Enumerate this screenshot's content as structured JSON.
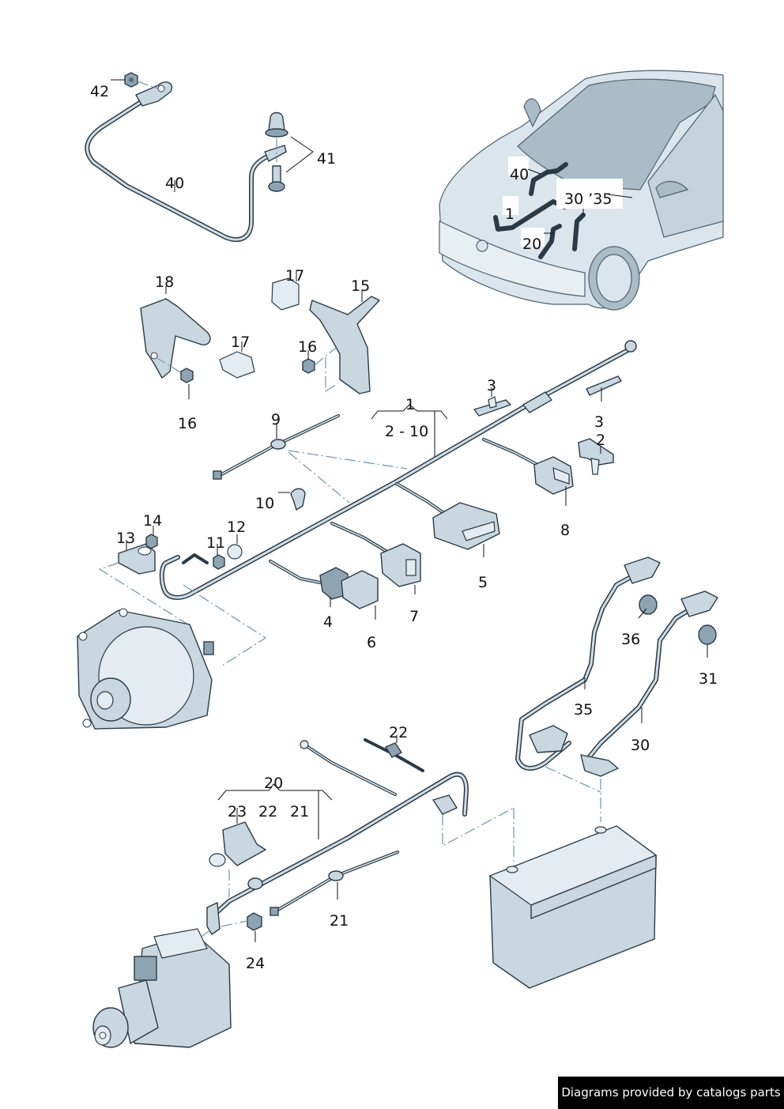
{
  "diagram": {
    "title": "Battery, alternator and starter wiring harness parts diagram",
    "overview_labels": {
      "cable_40": "40",
      "harness_1": "1",
      "cables_30_35": "30 ’35",
      "harness_20": "20"
    },
    "callouts": {
      "p42": "42",
      "p41": "41",
      "p40": "40",
      "p18": "18",
      "p17a": "17",
      "p17b": "17",
      "p15": "15",
      "p16a": "16",
      "p16b": "16",
      "p9": "9",
      "p1": "1",
      "p1_range": "2 - 10",
      "p3a": "3",
      "p3b": "3",
      "p2": "2",
      "p8": "8",
      "p10": "10",
      "p14": "14",
      "p13": "13",
      "p12": "12",
      "p11": "11",
      "p5": "5",
      "p4": "4",
      "p7": "7",
      "p6": "6",
      "p36": "36",
      "p31": "31",
      "p35": "35",
      "p30": "30",
      "p22a": "22",
      "p20": "20",
      "p23": "23",
      "p22b": "22",
      "p21a": "21",
      "p21b": "21",
      "p24": "24"
    },
    "colors": {
      "line_art": "#2a3a46",
      "part_fill": "#c9d7e0",
      "exploded_line": "#7a9aad",
      "label_text": "#111111"
    }
  },
  "footer": {
    "text": "Diagrams provided by catalogs parts"
  }
}
